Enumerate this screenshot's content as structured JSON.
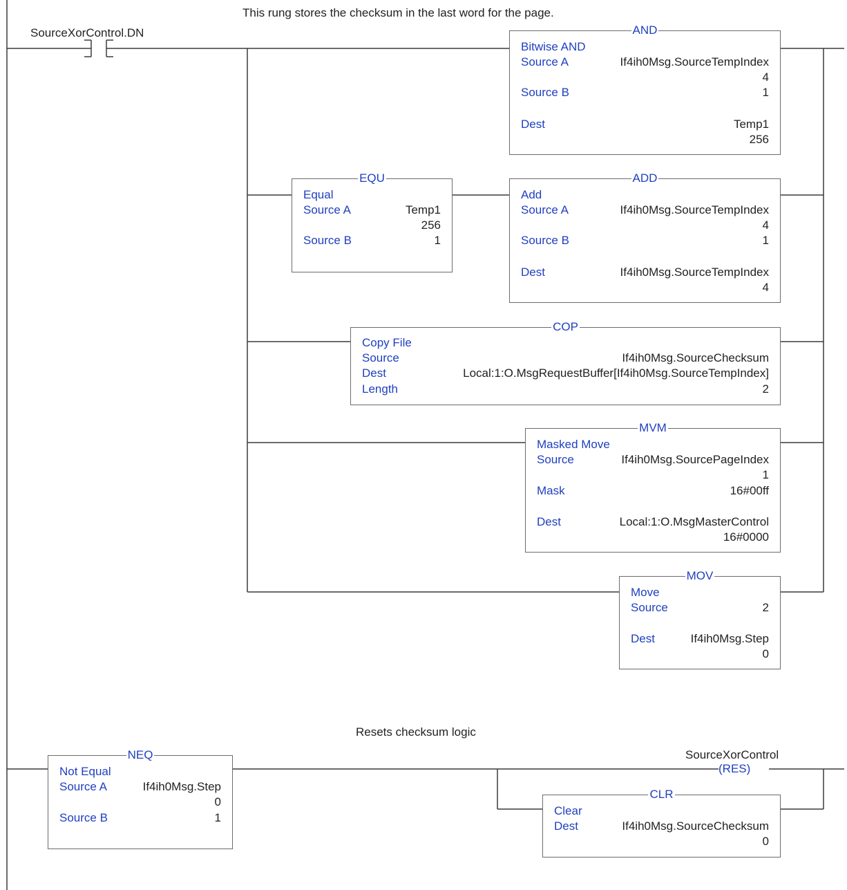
{
  "rung1": {
    "comment": "This rung stores the checksum in the last word for the page.",
    "contact_tag": "SourceXorControl.DN",
    "and_block": {
      "name": "AND",
      "desc": "Bitwise AND",
      "source_a_label": "Source A",
      "source_a_tag": "If4ih0Msg.SourceTempIndex",
      "source_a_value": "4",
      "source_b_label": "Source B",
      "source_b_value": "1",
      "dest_label": "Dest",
      "dest_tag": "Temp1",
      "dest_value": "256"
    },
    "equ_block": {
      "name": "EQU",
      "desc": "Equal",
      "source_a_label": "Source A",
      "source_a_tag": "Temp1",
      "source_a_value": "256",
      "source_b_label": "Source B",
      "source_b_value": "1"
    },
    "add_block": {
      "name": "ADD",
      "desc": "Add",
      "source_a_label": "Source A",
      "source_a_tag": "If4ih0Msg.SourceTempIndex",
      "source_a_value": "4",
      "source_b_label": "Source B",
      "source_b_value": "1",
      "dest_label": "Dest",
      "dest_tag": "If4ih0Msg.SourceTempIndex",
      "dest_value": "4"
    },
    "cop_block": {
      "name": "COP",
      "desc": "Copy File",
      "source_label": "Source",
      "source_tag": "If4ih0Msg.SourceChecksum",
      "dest_label": "Dest",
      "dest_tag": "Local:1:O.MsgRequestBuffer[If4ih0Msg.SourceTempIndex]",
      "length_label": "Length",
      "length_value": "2"
    },
    "mvm_block": {
      "name": "MVM",
      "desc": "Masked Move",
      "source_label": "Source",
      "source_tag": "If4ih0Msg.SourcePageIndex",
      "source_value": "1",
      "mask_label": "Mask",
      "mask_value": "16#00ff",
      "dest_label": "Dest",
      "dest_tag": "Local:1:O.MsgMasterControl",
      "dest_value": "16#0000"
    },
    "mov_block": {
      "name": "MOV",
      "desc": "Move",
      "source_label": "Source",
      "source_value": "2",
      "dest_label": "Dest",
      "dest_tag": "If4ih0Msg.Step",
      "dest_value": "0"
    }
  },
  "rung2": {
    "comment": "Resets checksum logic",
    "neq_block": {
      "name": "NEQ",
      "desc": "Not Equal",
      "source_a_label": "Source A",
      "source_a_tag": "If4ih0Msg.Step",
      "source_a_value": "0",
      "source_b_label": "Source B",
      "source_b_value": "1"
    },
    "res_coil": {
      "tag": "SourceXorControl",
      "symbol": "(RES)"
    },
    "clr_block": {
      "name": "CLR",
      "desc": "Clear",
      "dest_label": "Dest",
      "dest_tag": "If4ih0Msg.SourceChecksum",
      "dest_value": "0"
    }
  },
  "colors": {
    "label": "#1f3fbf",
    "wire": "#3a3a3a",
    "text": "#222222"
  }
}
